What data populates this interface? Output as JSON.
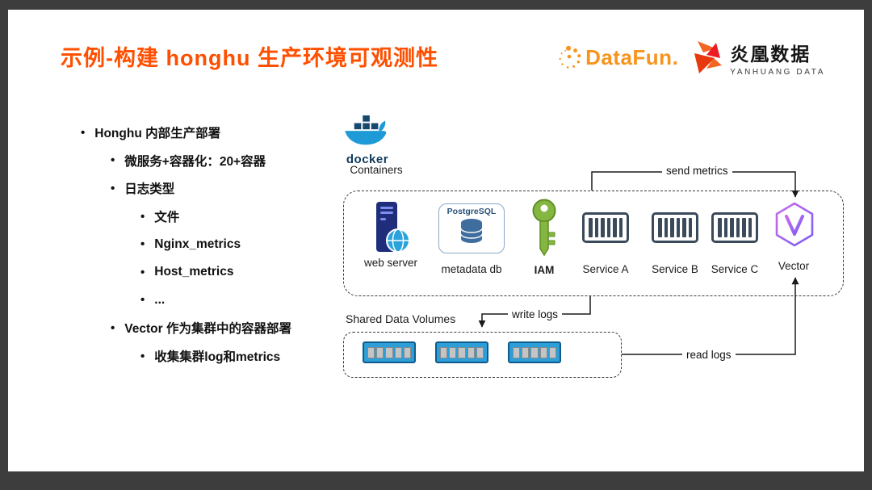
{
  "title": "示例-构建 honghu 生产环境可观测性",
  "logos": {
    "datafun_text": "DataFun.",
    "yanhuang_cn": "炎凰数据",
    "yanhuang_en": "YANHUANG DATA"
  },
  "bullets": [
    {
      "level": 1,
      "text": "Honghu 内部生产部署"
    },
    {
      "level": 2,
      "text": "微服务+容器化：20+容器"
    },
    {
      "level": 2,
      "text": "日志类型"
    },
    {
      "level": 3,
      "text": "文件"
    },
    {
      "level": 3,
      "text": "Nginx_metrics"
    },
    {
      "level": 3,
      "text": "Host_metrics"
    },
    {
      "level": 3,
      "text": "..."
    },
    {
      "level": 2,
      "text": "Vector 作为集群中的容器部署"
    },
    {
      "level": 3,
      "text": "收集集群log和metrics"
    }
  ],
  "diagram": {
    "docker": {
      "word": "docker",
      "caption": "Containers"
    },
    "web_server": {
      "label": "web server"
    },
    "postgres": {
      "title": "PostgreSQL",
      "label": "metadata db"
    },
    "iam": {
      "label": "IAM"
    },
    "services": [
      {
        "label": "Service A"
      },
      {
        "label": "Service B"
      },
      {
        "label": "Service C"
      }
    ],
    "vector": {
      "label": "Vector"
    },
    "volumes": {
      "label": "Shared Data Volumes"
    },
    "arrows": {
      "send_metrics": "send metrics",
      "write_logs": "write logs",
      "read_logs": "read logs"
    }
  },
  "colors": {
    "title_orange": "#ff4f00",
    "datafun_orange": "#f7941d",
    "yanhuang_red": "#e8380d",
    "docker_blue": "#1e9ad6",
    "postgres_blue": "#3f6e9e",
    "iam_green": "#85b641",
    "service_slate": "#3a4a5a",
    "vector_purple": "#9b5de5",
    "volume_blue": "#2d9fd8",
    "frame_dark": "#3d3d3d"
  }
}
